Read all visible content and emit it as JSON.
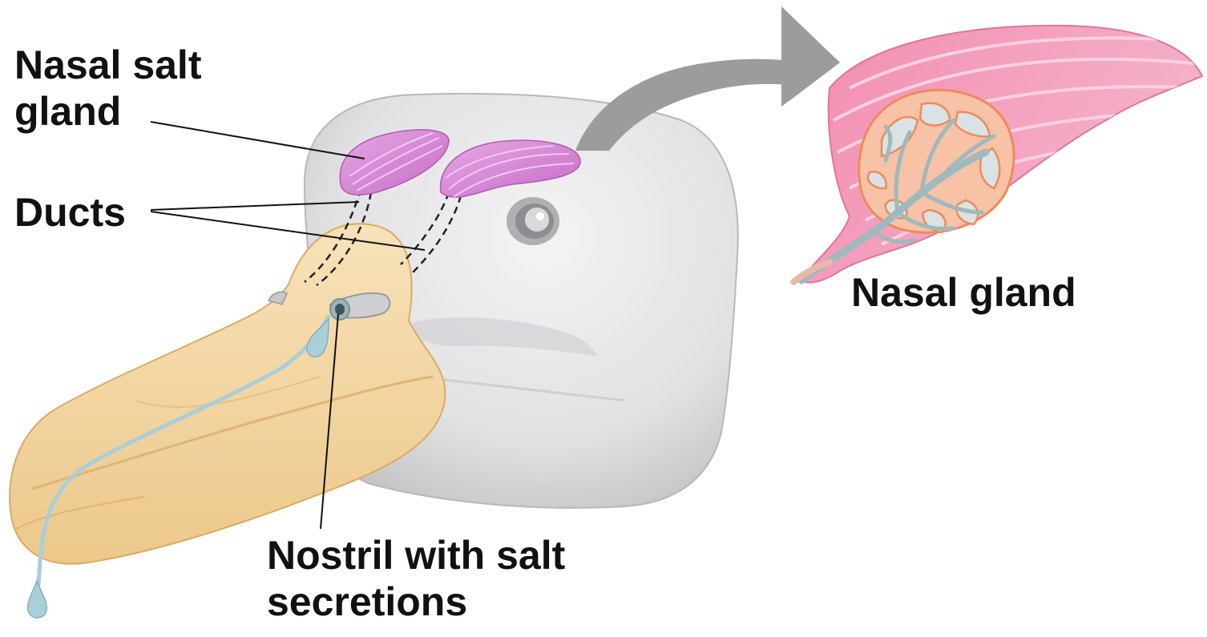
{
  "labels": {
    "nasal_salt_gland_line1": "Nasal salt",
    "nasal_salt_gland_line2": "gland",
    "ducts": "Ducts",
    "nasal_gland": "Nasal gland",
    "nostril_line1": "Nostril with salt",
    "nostril_line2": "secretions"
  },
  "colors": {
    "background": "#ffffff",
    "head": "#e4e4e6",
    "head_shadow": "#c9c9cc",
    "beak": "#f3d7a4",
    "beak_shadow": "#e2b978",
    "gland": "#cf7fcf",
    "gland_highlight": "#e7b2e6",
    "gland_detail_outer": "#ef9ab7",
    "gland_detail_inner": "#f3a27c",
    "duct_tissue": "#9fb9bd",
    "secretion": "#a9cfd8",
    "arrow": "#9c9c9c",
    "text": "#111111"
  }
}
